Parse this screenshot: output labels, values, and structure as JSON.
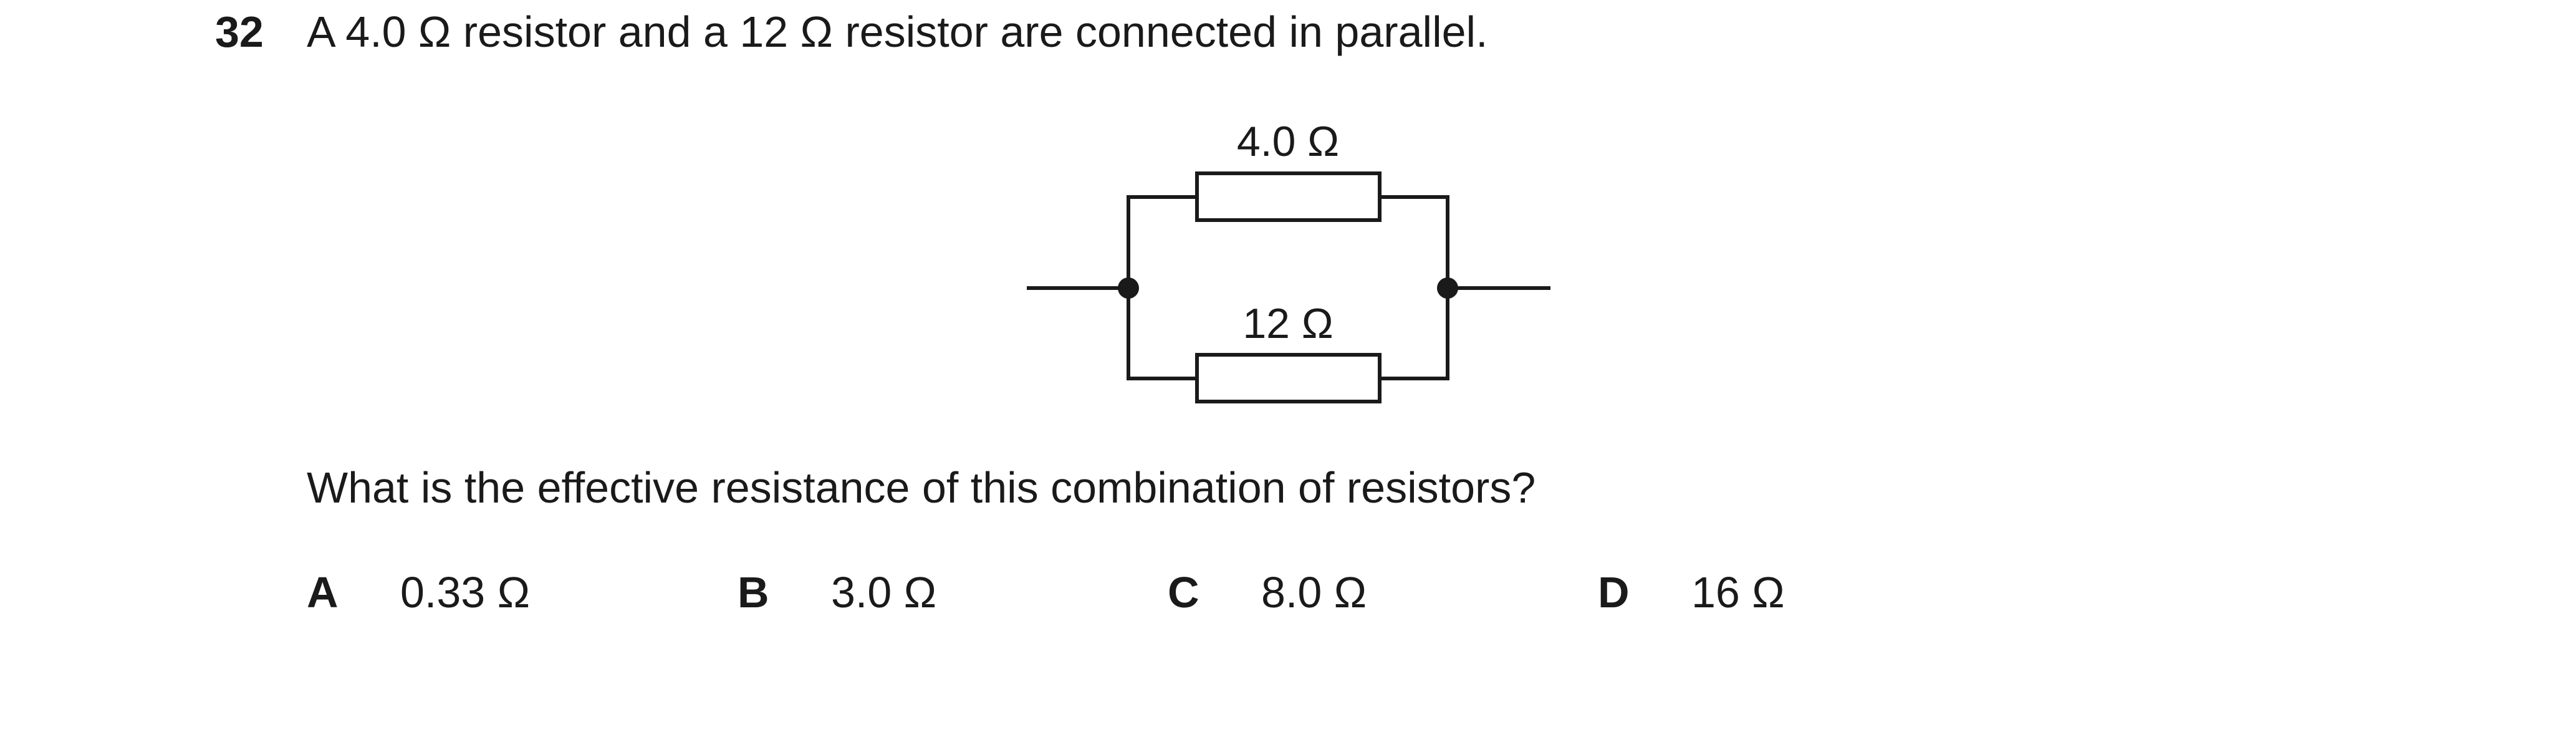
{
  "question": {
    "number": "32",
    "stem": "A 4.0 Ω resistor and a 12 Ω resistor are connected in parallel.",
    "prompt": "What is the effective resistance of this combination of resistors?"
  },
  "diagram": {
    "top_resistor_label": "4.0 Ω",
    "bottom_resistor_label": "12 Ω"
  },
  "options": [
    {
      "letter": "A",
      "value": "0.33 Ω"
    },
    {
      "letter": "B",
      "value": "3.0 Ω"
    },
    {
      "letter": "C",
      "value": "8.0 Ω"
    },
    {
      "letter": "D",
      "value": "16 Ω"
    }
  ]
}
